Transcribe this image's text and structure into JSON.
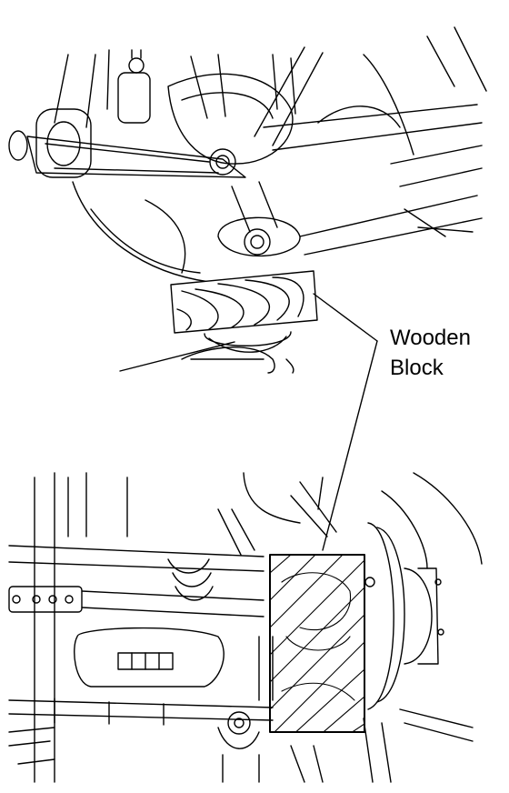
{
  "figure": {
    "callout": {
      "line1": "Wooden",
      "line2": "Block"
    },
    "colors": {
      "ink": "#000000",
      "paper": "#ffffff"
    },
    "parts": [
      "upper-view-lower-arm",
      "upper-view-knuckle",
      "upper-view-wooden-block",
      "upper-view-jack-pad",
      "lower-view-suspension",
      "lower-view-brake-disc",
      "lower-view-wooden-block-hatched"
    ]
  }
}
